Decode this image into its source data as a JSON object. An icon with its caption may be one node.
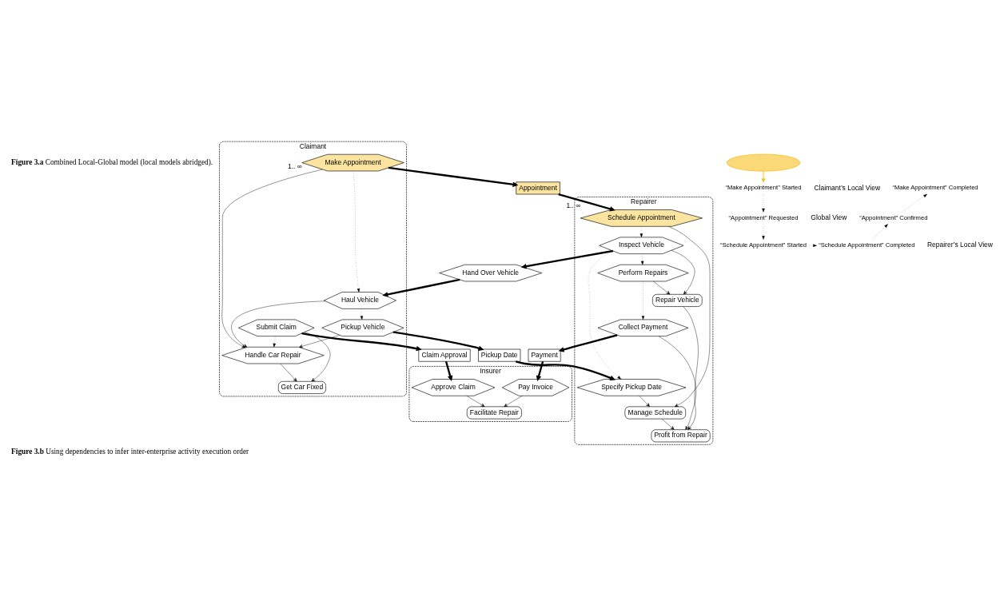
{
  "diagram": {
    "title": "**Figure 3.a** Combined Local-Global model (local models abridged).",
    "caption": "**Figure 3.b** Using dependencies to infer inter-enterprise activity execution order",
    "nodes": [
      {
        "text": [
          "Insurer"
        ]
      },
      {
        "text": [
          "Facilitate Repair"
        ],
        "in": 0
      },
      {
        "text": [
          "Approve Claim"
        ],
        "in": 0
      },
      {
        "text": [
          "Pay Invoice"
        ],
        "in": 0
      },
      {
        "text": [
          "Claim Approval"
        ]
      },
      {
        "text": [
          "Payment"
        ]
      },
      {
        "text": [
          "Claimant"
        ]
      },
      {
        "text": [
          "Get Car Fixed"
        ],
        "in": 6
      },
      {
        "text": [
          "Submit Claim"
        ],
        "in": 6
      },
      {
        "text": [
          "Handle Car Repair"
        ],
        "in": 6
      },
      {
        "text": [
          "Pickup Vehicle"
        ],
        "in": 6
      },
      {
        "text": [
          "Haul Vehicle"
        ],
        "in": 6
      },
      {
        "text": [
          "Make Appointment"
        ],
        "in": 6,
        "beside": [
          "1.. ∞"
        ]
      },
      {
        "text": [
          "Pickup Date"
        ]
      },
      {
        "text": [
          "Hand Over Vehicle"
        ]
      },
      {
        "text": [
          "Appointment"
        ]
      },
      {
        "text": [
          "Repairer"
        ]
      },
      {
        "text": [
          "Collect Payment"
        ],
        "in": 16
      },
      {
        "text": [
          "Profit from Repair"
        ],
        "in": 16
      },
      {
        "text": [
          "Specify Pickup Date"
        ],
        "in": 16
      },
      {
        "text": [
          "Repair Vehicle"
        ],
        "in": 16
      },
      {
        "text": [
          "Inspect Vehicle"
        ],
        "in": 16
      },
      {
        "text": [
          "Manage Schedule"
        ],
        "in": 16
      },
      {
        "text": [
          "Perform Repairs"
        ],
        "in": 16
      },
      {
        "text": [
          "Schedule Appointment"
        ],
        "in": 16,
        "beside": [
          "1.. ∞"
        ]
      },
      {
        "text": [],
        "shape": "cloud"
      },
      {
        "text": [
          "“Make Appointment\" Started"
        ]
      },
      {
        "text": [
          "“Appointment” Requested"
        ]
      },
      {
        "text": [
          "“Schedule Appointment” Started"
        ]
      },
      {
        "text": [
          "“Schedule Appointment” Completed"
        ]
      },
      {
        "text": [
          "“Appointment” Confirmed"
        ]
      },
      {
        "text": [
          "“Make Appointment” Completed"
        ]
      }
    ],
    "edges": [
      {
        "from": 2,
        "to": 1,
        "arrow": "to"
      },
      {
        "from": 3,
        "to": 1,
        "arrow": "to"
      },
      {
        "from": 4,
        "to": 2,
        "arrow": "to",
        "style": "thick"
      },
      {
        "from": 5,
        "to": 3,
        "arrow": "to",
        "style": "thick"
      },
      {
        "from": 8,
        "to": 4,
        "arrow": "to",
        "style": "thick"
      },
      {
        "from": 17,
        "to": 5,
        "arrow": "to",
        "style": "thick"
      },
      {
        "from": 8,
        "to": 7,
        "arrow": "to"
      },
      {
        "from": 9,
        "to": 7,
        "arrow": "to"
      },
      {
        "from": 8,
        "to": 9,
        "arrow": "to",
        "style": "dashed"
      },
      {
        "from": 10,
        "to": 9,
        "arrow": "to"
      },
      {
        "from": 11,
        "to": 9,
        "arrow": "to"
      },
      {
        "from": 12,
        "to": 9,
        "arrow": "to"
      },
      {
        "from": 11,
        "to": 10,
        "arrow": "to",
        "style": "dashed"
      },
      {
        "from": 12,
        "to": 11,
        "arrow": "to",
        "style": "dashed"
      },
      {
        "from": 10,
        "to": 13,
        "arrow": "to",
        "style": "thick"
      },
      {
        "from": 13,
        "to": 19,
        "arrow": "to",
        "style": "thick"
      },
      {
        "from": 14,
        "to": 11,
        "arrow": "to",
        "style": "thick"
      },
      {
        "from": 21,
        "to": 14,
        "arrow": "to",
        "style": "thick"
      },
      {
        "from": 12,
        "to": 15,
        "arrow": "to",
        "style": "thick"
      },
      {
        "from": 15,
        "to": 24,
        "arrow": "to",
        "style": "thick"
      },
      {
        "from": 21,
        "to": 19,
        "arrow": "to",
        "style": "dashed"
      },
      {
        "from": 21,
        "to": 20,
        "arrow": "to"
      },
      {
        "from": 21,
        "to": 23,
        "arrow": "to",
        "style": "dashed"
      },
      {
        "from": 24,
        "to": 21,
        "arrow": "to",
        "style": "dashed"
      },
      {
        "from": 23,
        "to": 20,
        "arrow": "to"
      },
      {
        "from": 23,
        "to": 17,
        "arrow": "to",
        "style": "dashed"
      },
      {
        "from": 20,
        "to": 18,
        "arrow": "to"
      },
      {
        "from": 17,
        "to": 18,
        "arrow": "to"
      },
      {
        "from": 19,
        "to": 22,
        "arrow": "to"
      },
      {
        "from": 24,
        "to": 22,
        "arrow": "to"
      },
      {
        "from": 22,
        "to": 18,
        "arrow": "to"
      },
      {
        "from": 25,
        "to": 26,
        "arrow": "to",
        "color": "#f5b800"
      },
      {
        "from": 26,
        "to": 27,
        "arrow": "to",
        "style": "dashed"
      },
      {
        "from": 27,
        "to": 28,
        "arrow": "to",
        "style": "dashed"
      },
      {
        "from": 28,
        "to": 29,
        "arrow": "to",
        "style": "dashed"
      },
      {
        "from": 29,
        "to": 30,
        "arrow": "to",
        "style": "dashed"
      },
      {
        "from": 30,
        "to": 31,
        "arrow": "to",
        "style": "dashed"
      }
    ],
    "labels": [
      "Claimant’s Local View",
      "Global View",
      "Repairer’s Local View"
    ]
  }
}
